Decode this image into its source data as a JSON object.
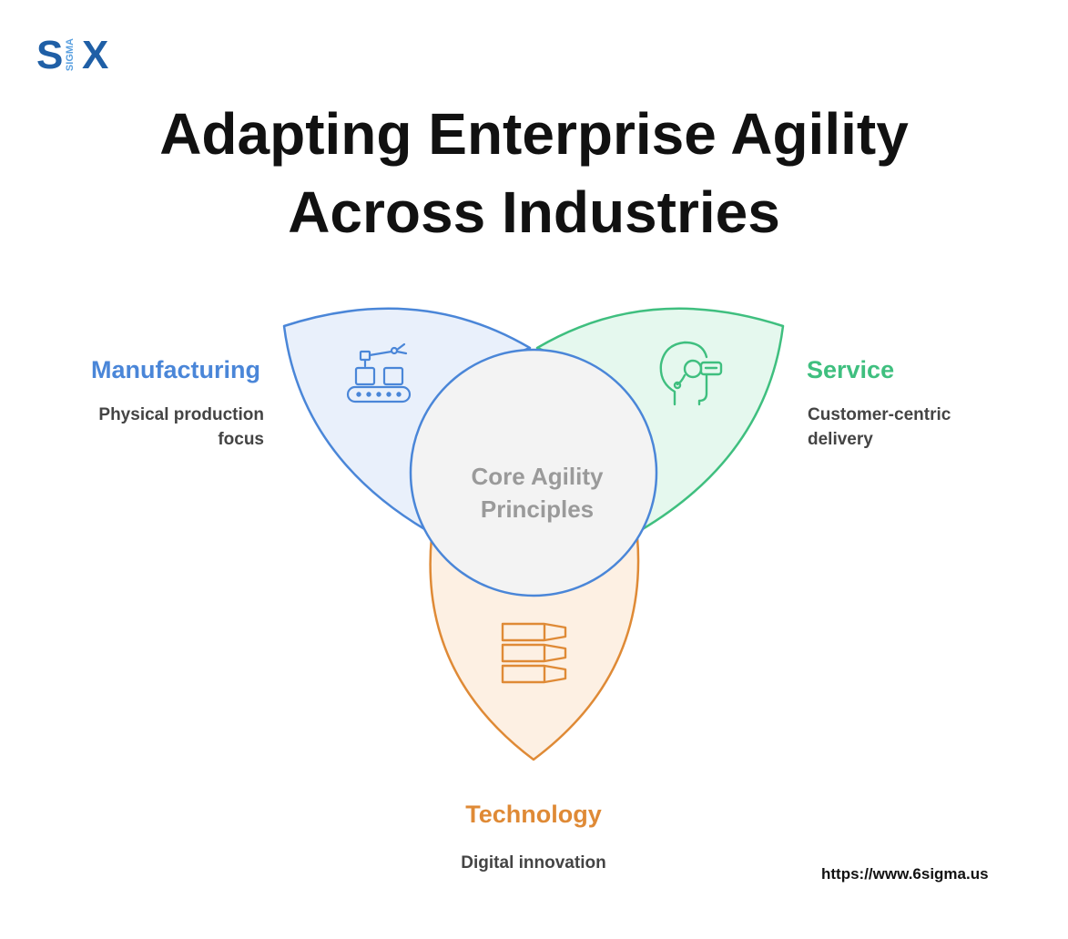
{
  "logo": {
    "left": "S",
    "middle": "SIGMA",
    "right": "X"
  },
  "title": {
    "line1": "Adapting Enterprise Agility",
    "line2": "Across Industries"
  },
  "center": {
    "line1": "Core Agility",
    "line2": "Principles"
  },
  "petals": [
    {
      "label": "Manufacturing",
      "description_line1": "Physical production",
      "description_line2": "focus",
      "icon": "robotic-arm-conveyor-icon",
      "color": "#4a86d8",
      "fill": "#e9f0fb"
    },
    {
      "label": "Service",
      "description_line1": "Customer-centric",
      "description_line2": "delivery",
      "icon": "headset-agent-icon",
      "color": "#3fbf7f",
      "fill": "#e5f8ee"
    },
    {
      "label": "Technology",
      "description_line1": "Digital innovation",
      "description_line2": "",
      "icon": "stacked-layers-icon",
      "color": "#df8a36",
      "fill": "#fdf0e3"
    }
  ],
  "center_style": {
    "color": "#4a86d8",
    "fill": "#f3f3f3"
  },
  "footer": {
    "url": "https://www.6sigma.us"
  }
}
